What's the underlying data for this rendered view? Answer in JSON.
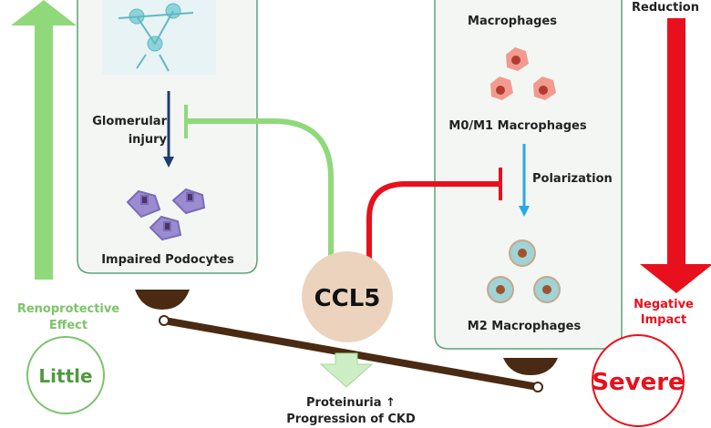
{
  "colors": {
    "green": "#8fd97a",
    "green_text": "#7cc46a",
    "red": "#e8101c",
    "brown": "#4a2a12",
    "blue": "#2aa8e8",
    "navy": "#1f3c6e",
    "ccl5_fill": "#ecd3bd",
    "box_fill": "#f4f6f4",
    "box_stroke": "#5aa37a"
  },
  "left_box": {
    "glomerular": "Glomerular",
    "injury": "injury",
    "impaired": "Impaired  Podocytes"
  },
  "right_box": {
    "title": "Macrophages",
    "m0m1": "M0/M1  Macrophages",
    "polarization": "Polarization",
    "m2": "M2  Macrophages"
  },
  "center": {
    "ccl5": "CCL5",
    "proteinuria": "Proteinuria  ↑",
    "progression": "Progression  of  CKD"
  },
  "left_side": {
    "renoprotective": "Renoprotective",
    "effect": "Effect",
    "little": "Little"
  },
  "right_side": {
    "reduction": "Reduction",
    "negative": "Negative",
    "impact": "Impact",
    "severe": "Severe"
  }
}
